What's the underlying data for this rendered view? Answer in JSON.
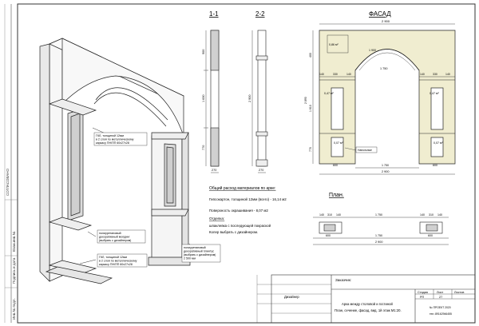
{
  "frame": {
    "side_labels": [
      "СОГЛАСОВАНО",
      "Взам.инв.№",
      "Подпись и дата",
      "Инв.№ подл."
    ]
  },
  "sections": {
    "section_1": "1-1",
    "section_2": "2-2",
    "facade": "ФАСАД",
    "plan": "План."
  },
  "axonometry_notes": {
    "note_top": [
      "ГКЛ, толщиной 12мм",
      "в 2 слоя по металлическому",
      "каркасу ПН/ПП 60х27х28"
    ],
    "note_mid": [
      "полиуретановый",
      "декоративный молдинг",
      "(выбрать с дизайнером)"
    ],
    "note_bottom": [
      "ГКЛ, толщиной 12мм",
      "в 2 слоя по металлическому",
      "каркасу ПН/ПП 60х27х28"
    ],
    "note_right": [
      "полиуретановый",
      "декоративный плинтус",
      "(выбрать с дизайнером)",
      "2 500 мм"
    ]
  },
  "section_dims": {
    "s1_width": "270",
    "s1_heights": [
      "900",
      "1 630",
      "770"
    ],
    "s2_width": "270",
    "s2_height": "2 900"
  },
  "facade_dims": {
    "total_width": "2 900",
    "inner_width": "1 750",
    "arch_radius": "1 900",
    "left_cols": [
      "140",
      "330",
      "140"
    ],
    "right_cols": [
      "140",
      "330",
      "140"
    ],
    "left_bottom": "600",
    "right_bottom": "600",
    "left_h": [
      "400",
      "1 610",
      "770"
    ],
    "left_h_total": "2 890",
    "upper_area": "0,86 м²",
    "panel_left": "0,47 м²",
    "panel_right": "0,47 м²",
    "low_left": "0,07 м²",
    "low_right": "0,07 м²",
    "callout": "Напольные"
  },
  "materials": {
    "title": "Общий расход материалов по арке:",
    "line1": "Гипсокартон, толщиной 12мм (всего) - 16,14 м2",
    "line2": "Поверхность окрашивания - 8,07 м2",
    "finish_title": "Отделка:",
    "finish1": "шпаклевка с последующей покраской",
    "finish2": "Колер выбрать с дизайнером."
  },
  "plan_dims": {
    "left_parts": [
      "140",
      "310",
      "140"
    ],
    "center": "1 750",
    "right_parts": [
      "140",
      "310",
      "140"
    ],
    "left_w": "600",
    "right_w": "600",
    "total": "2 900"
  },
  "title_block": {
    "designer_label": "Дизайнер",
    "customer_label": "Заказчик:",
    "title_line1": "Арка между столовой и гостиной",
    "title_line2": "План, сечение, фасад, вид. 1й этаж М1:20.",
    "stage_label": "Стадия",
    "sheet_label": "Лист",
    "sheets_label": "Листов",
    "stage_value": "РП",
    "sheet_value": "27",
    "project_line1": "№ ПРОЕКТ 2020",
    "project_line2": "тел.:89162946455"
  }
}
